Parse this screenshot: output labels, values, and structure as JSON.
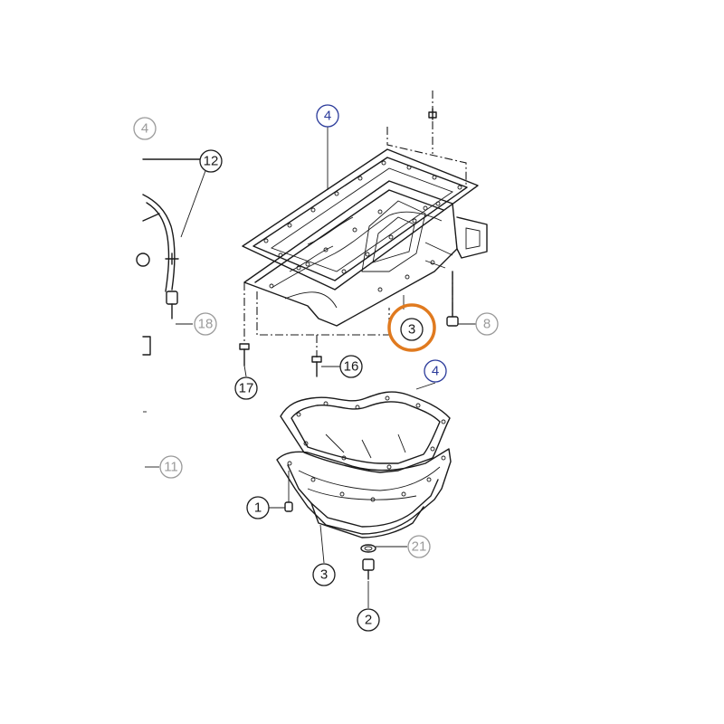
{
  "callouts": [
    {
      "id": "c4-partial",
      "label": "4",
      "color": "#9a9a9a"
    },
    {
      "id": "c12",
      "label": "12",
      "color": "#1a1a1a"
    },
    {
      "id": "c4-top",
      "label": "4",
      "color": "#2a3a9a"
    },
    {
      "id": "c18",
      "label": "18",
      "color": "#9a9a9a"
    },
    {
      "id": "c3-highlight",
      "label": "3",
      "color": "#1a1a1a",
      "ring": "#e07a1f"
    },
    {
      "id": "c8",
      "label": "8",
      "color": "#9a9a9a"
    },
    {
      "id": "c16",
      "label": "16",
      "color": "#1a1a1a"
    },
    {
      "id": "c17",
      "label": "17",
      "color": "#1a1a1a"
    },
    {
      "id": "c4-lower",
      "label": "4",
      "color": "#2a3a9a"
    },
    {
      "id": "c11",
      "label": "11",
      "color": "#9a9a9a"
    },
    {
      "id": "c1",
      "label": "1",
      "color": "#1a1a1a"
    },
    {
      "id": "c21",
      "label": "21",
      "color": "#9a9a9a"
    },
    {
      "id": "c3-lower",
      "label": "3",
      "color": "#1a1a1a"
    },
    {
      "id": "c2",
      "label": "2",
      "color": "#1a1a1a"
    }
  ]
}
